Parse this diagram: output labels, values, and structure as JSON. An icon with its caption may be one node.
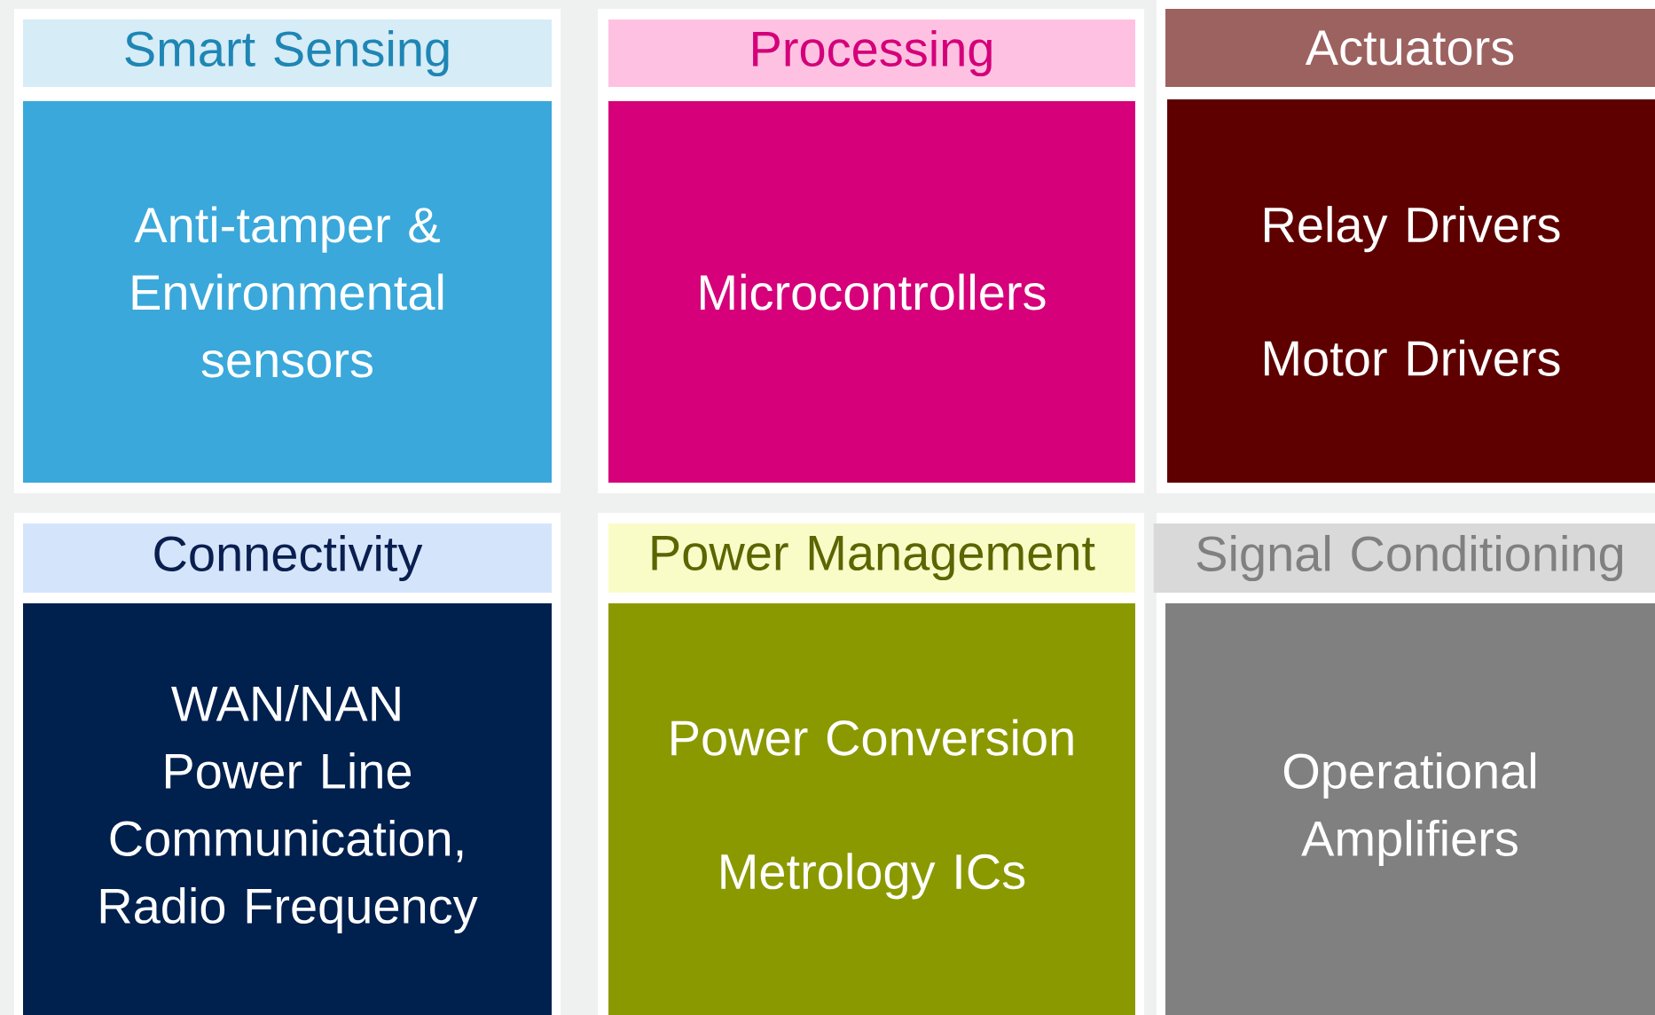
{
  "diagram": {
    "nodes": [
      {
        "text": [
          "Smart Sensing"
        ]
      },
      {
        "text": [
          "Anti-tamper & Environmental sensors"
        ]
      },
      {
        "text": [
          "Processing"
        ]
      },
      {
        "text": [
          "Microcontrollers"
        ]
      },
      {
        "text": [
          "Actuators"
        ]
      },
      {
        "text": [
          "Relay Drivers",
          "Motor Drivers"
        ]
      },
      {
        "text": [
          "Connectivity"
        ]
      },
      {
        "text": [
          "WAN/NAN",
          "Power Line Communication, Radio Frequency"
        ]
      },
      {
        "text": [
          "Power Management"
        ]
      },
      {
        "text": [
          "Power Conversion",
          "Metrology ICs"
        ]
      },
      {
        "text": [
          "Signal Conditioning"
        ]
      },
      {
        "text": [
          "Operational Amplifiers"
        ]
      }
    ]
  }
}
